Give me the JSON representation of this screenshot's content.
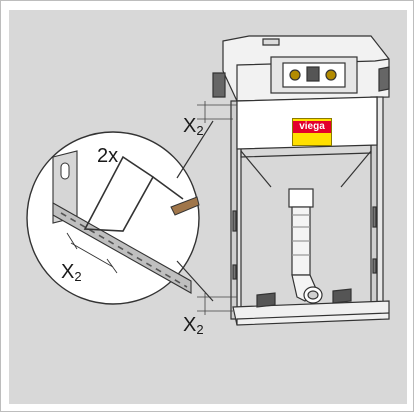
{
  "labels": {
    "multiplier": "2x",
    "dimension_top": "X",
    "dimension_top_sub": "2",
    "dimension_bottom": "X",
    "dimension_bottom_sub": "2",
    "dimension_detail": "X",
    "dimension_detail_sub": "2"
  },
  "brand": {
    "logo_text": "viega"
  }
}
